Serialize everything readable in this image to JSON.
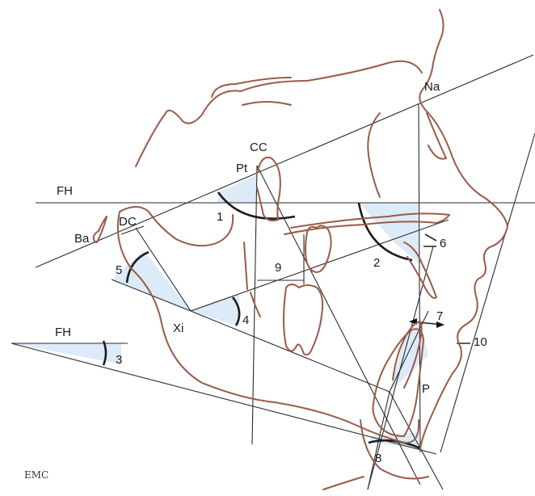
{
  "labels": {
    "na": "Na",
    "cc": "CC",
    "pt": "Pt",
    "fh_top": "FH",
    "fh_bottom": "FH",
    "dc": "DC",
    "ba": "Ba",
    "xi": "Xi",
    "p": "P"
  },
  "numbers": {
    "n1": "1",
    "n2": "2",
    "n3": "3",
    "n4": "4",
    "n5": "5",
    "n6": "6",
    "n7": "7",
    "n8": "8",
    "n9": "9",
    "n10": "10"
  },
  "logo": "EMC",
  "colors": {
    "profile": "#9a5a48",
    "shading": "#dcebf7",
    "lines": "#2b2b2b"
  }
}
